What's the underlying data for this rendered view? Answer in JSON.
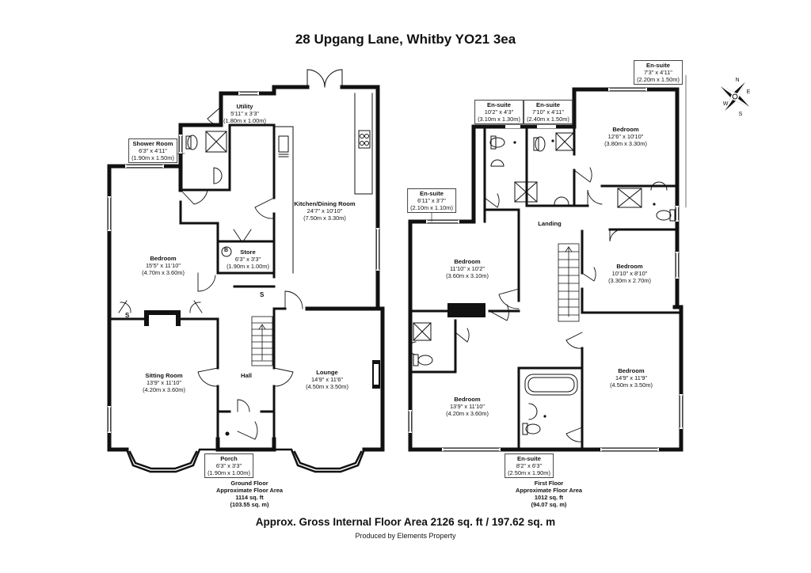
{
  "title": "28 Upgang Lane, Whitby YO21 3ea",
  "footer": {
    "gross_area": "Approx. Gross Internal Floor Area 2126 sq. ft / 197.62 sq. m",
    "produced_by": "Produced by Elements Property"
  },
  "ground_floor": {
    "area": [
      "Ground Floor",
      "Approximate Floor Area",
      "1114 sq. ft",
      "(103.55 sq. m)"
    ],
    "rooms": {
      "utility": {
        "name": "Utility",
        "dims": [
          "5'11\" x 3'3\"",
          "(1.80m x 1.00m)"
        ]
      },
      "shower": {
        "name": "Shower Room",
        "dims": [
          "6'3\" x 4'11\"",
          "(1.90m x 1.50m)"
        ]
      },
      "kitchen": {
        "name": "Kitchen/Dining Room",
        "dims": [
          "24'7\" x 10'10\"",
          "(7.50m x 3.30m)"
        ]
      },
      "bedroom": {
        "name": "Bedroom",
        "dims": [
          "15'5\" x 11'10\"",
          "(4.70m x 3.60m)"
        ]
      },
      "store": {
        "name": "Store",
        "dims": [
          "6'3\" x 3'3\"",
          "(1.90m x 1.00m)"
        ]
      },
      "sitting": {
        "name": "Sitting Room",
        "dims": [
          "13'9\" x 11'10\"",
          "(4.20m x 3.60m)"
        ]
      },
      "hall": {
        "name": "Hall",
        "dims": []
      },
      "lounge": {
        "name": "Lounge",
        "dims": [
          "14'9\" x 11'6\"",
          "(4.50m x 3.50m)"
        ]
      },
      "porch": {
        "name": "Porch",
        "dims": [
          "6'3\" x 3'3\"",
          "(1.90m x 1.00m)"
        ]
      }
    },
    "marks": {
      "s1": "S",
      "s2": "S",
      "boiler": "B"
    }
  },
  "first_floor": {
    "area": [
      "First Floor",
      "Approximate Floor Area",
      "1012 sq. ft",
      "(94.07 sq. m)"
    ],
    "rooms": {
      "ensuite_a": {
        "name": "En-suite",
        "dims": [
          "10'2\" x 4'3\"",
          "(3.10m x 1.30m)"
        ]
      },
      "ensuite_b": {
        "name": "En-suite",
        "dims": [
          "7'10\" x 4'11\"",
          "(2.40m x 1.50m)"
        ]
      },
      "ensuite_c": {
        "name": "En-suite",
        "dims": [
          "7'3\" x 4'11\"",
          "(2.20m x 1.50m)"
        ]
      },
      "ensuite_d": {
        "name": "En-suite",
        "dims": [
          "6'11\" x 3'7\"",
          "(2.10m x 1.10m)"
        ]
      },
      "ensuite_e": {
        "name": "En-suite",
        "dims": [
          "8'2\" x 6'3\"",
          "(2.50m x 1.90m)"
        ]
      },
      "bed_ne": {
        "name": "Bedroom",
        "dims": [
          "12'6\" x 10'10\"",
          "(3.80m x 3.30m)"
        ]
      },
      "landing": {
        "name": "Landing",
        "dims": []
      },
      "bed_w": {
        "name": "Bedroom",
        "dims": [
          "11'10\" x 10'2\"",
          "(3.60m x 3.10m)"
        ]
      },
      "bed_e": {
        "name": "Bedroom",
        "dims": [
          "10'10\" x 8'10\"",
          "(3.30m x 2.70m)"
        ]
      },
      "bed_sw": {
        "name": "Bedroom",
        "dims": [
          "13'9\" x 11'10\"",
          "(4.20m x 3.60m)"
        ]
      },
      "bed_se": {
        "name": "Bedroom",
        "dims": [
          "14'9\" x 11'9\"",
          "(4.50m x 3.50m)"
        ]
      }
    }
  },
  "compass": {
    "letters": [
      "N",
      "E",
      "S",
      "W"
    ]
  },
  "colors": {
    "wall": "#111111",
    "window": "#ffffff",
    "fixture": "#555555"
  }
}
